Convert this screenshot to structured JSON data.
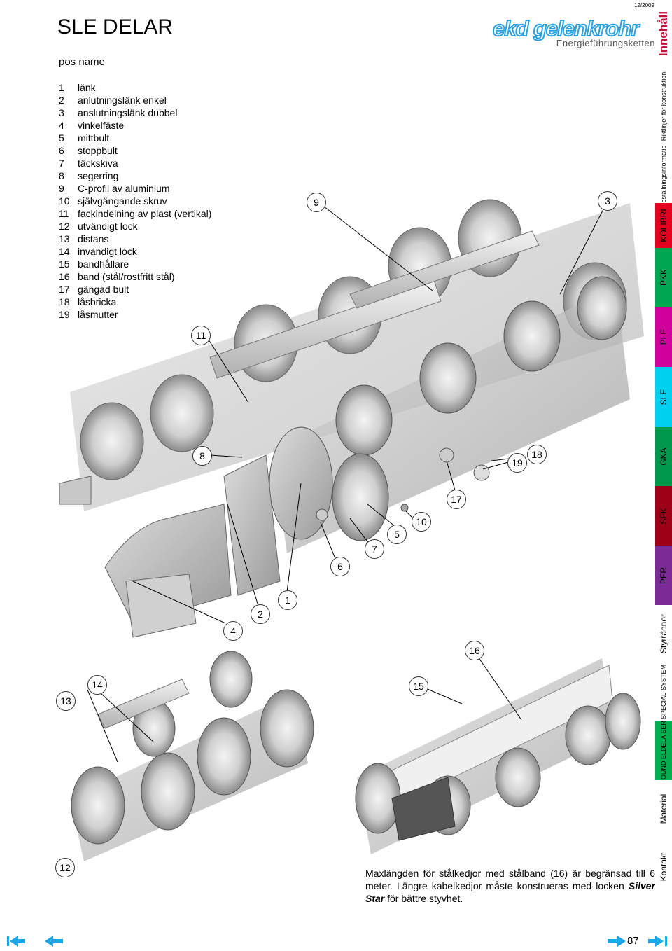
{
  "header": {
    "title": "SLE DELAR",
    "date": "12/2009"
  },
  "logo": {
    "main": "ekd gelenkrohr",
    "sub": "Energieführungsketten"
  },
  "parts_header": "pos name",
  "parts": [
    {
      "num": "1",
      "name": "länk"
    },
    {
      "num": "2",
      "name": "anlutningslänk enkel"
    },
    {
      "num": "3",
      "name": "anslutningslänk dubbel"
    },
    {
      "num": "4",
      "name": "vinkelfäste"
    },
    {
      "num": "5",
      "name": "mittbult"
    },
    {
      "num": "6",
      "name": "stoppbult"
    },
    {
      "num": "7",
      "name": "täckskiva"
    },
    {
      "num": "8",
      "name": "segerring"
    },
    {
      "num": "9",
      "name": "C-profil av aluminium"
    },
    {
      "num": "10",
      "name": "självgängande skruv"
    },
    {
      "num": "11",
      "name": "fackindelning av plast (vertikal)"
    },
    {
      "num": "12",
      "name": "utvändigt lock"
    },
    {
      "num": "13",
      "name": "distans"
    },
    {
      "num": "14",
      "name": "invändigt lock"
    },
    {
      "num": "15",
      "name": "bandhållare"
    },
    {
      "num": "16",
      "name": "band (stål/rostfritt stål)"
    },
    {
      "num": "17",
      "name": "gängad bult"
    },
    {
      "num": "18",
      "name": "låsbricka"
    },
    {
      "num": "19",
      "name": "låsmutter"
    }
  ],
  "callouts": [
    "9",
    "3",
    "11",
    "8",
    "19",
    "18",
    "17",
    "10",
    "5",
    "7",
    "6",
    "1",
    "2",
    "4",
    "16",
    "15",
    "14",
    "13",
    "12"
  ],
  "note": {
    "part1": "Maxlängden för stålkedjor med stålband (16) är begränsad till 6 meter. Längre kabelkedjor måste konstrueras med locken ",
    "bold": "Silver Star",
    "part2": " för bättre styvhet."
  },
  "sidebar": [
    {
      "label": "Innehåll",
      "color": "#ffffff",
      "text": "#c0143c"
    },
    {
      "label": "Riktlinjer för konstruktion",
      "color": "#ffffff",
      "text": "#000000"
    },
    {
      "label": "Beställningsinformation",
      "color": "#ffffff",
      "text": "#000000"
    },
    {
      "label": "KOLIBRI",
      "color": "#e5001f",
      "text": "#000000"
    },
    {
      "label": "PKK",
      "color": "#00a651",
      "text": "#000000"
    },
    {
      "label": "PLE",
      "color": "#d2009a",
      "text": "#000000"
    },
    {
      "label": "SLE",
      "color": "#00d0f0",
      "text": "#000000"
    },
    {
      "label": "GKA",
      "color": "#00994c",
      "text": "#000000"
    },
    {
      "label": "SFK",
      "color": "#9e0018",
      "text": "#000000"
    },
    {
      "label": "PFR",
      "color": "#7a2b96",
      "text": "#000000"
    },
    {
      "label": "Styrrännor",
      "color": "#ffffff",
      "text": "#000000"
    },
    {
      "label": "SPECIAL-SYSTEM",
      "color": "#ffffff",
      "text": "#000000"
    },
    {
      "label": "ALLROUND ELDELA SERVICE",
      "color": "#00b050",
      "text": "#000000"
    },
    {
      "label": "Material",
      "color": "#ffffff",
      "text": "#000000"
    },
    {
      "label": "Kontakt",
      "color": "#ffffff",
      "text": "#000000"
    }
  ],
  "page_number": "87",
  "colors": {
    "nav": "#1aa7e6",
    "brand": "#27a1e0"
  }
}
